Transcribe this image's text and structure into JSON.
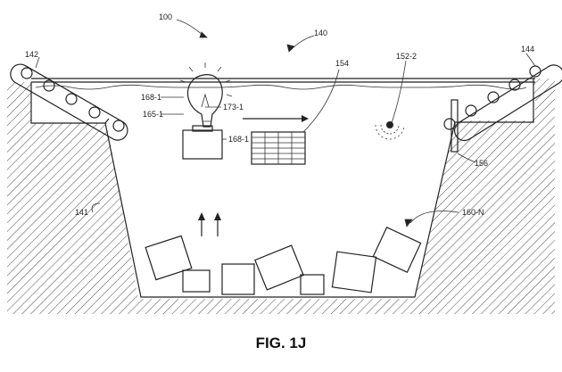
{
  "figure": {
    "caption": "FIG. 1J",
    "labels": {
      "system": "100",
      "fluid": "140",
      "conveyor_in": "142",
      "conveyor_out": "144",
      "tank_wall": "141",
      "sorter": "154",
      "sensor": "152-2",
      "deflector": "156",
      "items": "160-N",
      "bulb_a": "168-1",
      "bulb_b": "165-1",
      "bulb_c": "173-1",
      "package": "168-1"
    }
  }
}
